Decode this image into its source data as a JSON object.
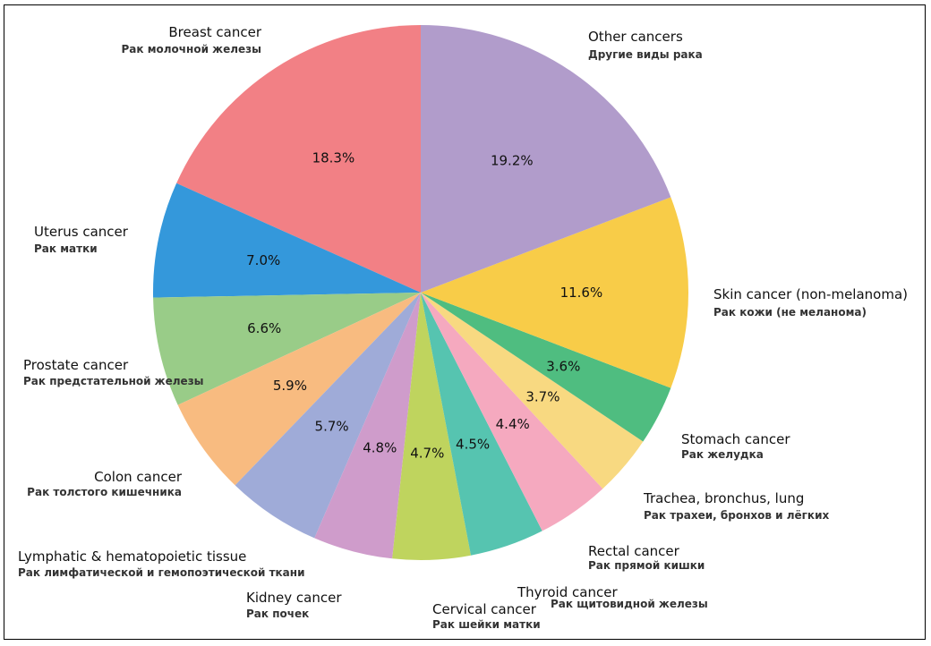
{
  "chart_data": {
    "type": "pie",
    "start_angle_deg": 90,
    "direction": "counterclockwise",
    "slices": [
      {
        "label": "Breast cancer",
        "label_ru": "Рак молочной железы",
        "value": 18.3,
        "value_label": "18.3%",
        "color": "#f28085",
        "key": "breast"
      },
      {
        "label": "Uterus cancer",
        "label_ru": "Рак матки",
        "value": 7.0,
        "value_label": "7.0%",
        "color": "#3498db",
        "key": "uterus"
      },
      {
        "label": "Prostate cancer",
        "label_ru": "Рак предстательной железы",
        "value": 6.6,
        "value_label": "6.6%",
        "color": "#99cc88",
        "key": "prostate"
      },
      {
        "label": "Colon cancer",
        "label_ru": "Рак толстого кишечника",
        "value": 5.9,
        "value_label": "5.9%",
        "color": "#f8bb80",
        "key": "colon"
      },
      {
        "label": "Lymphatic & hematopoietic tissue",
        "label_ru": "Рак лимфатической и гемопоэтической ткани",
        "value": 5.7,
        "value_label": "5.7%",
        "color": "#9fabd8",
        "key": "lymphatic"
      },
      {
        "label": "Kidney cancer",
        "label_ru": "Рак почек",
        "value": 4.8,
        "value_label": "4.8%",
        "color": "#cf9ccb",
        "key": "kidney"
      },
      {
        "label": "Cervical cancer",
        "label_ru": "Рак шейки матки",
        "value": 4.7,
        "value_label": "4.7%",
        "color": "#bfd45e",
        "key": "cervical"
      },
      {
        "label": "Thyroid cancer",
        "label_ru": "Рак щитовидной железы",
        "value": 4.5,
        "value_label": "4.5%",
        "color": "#56c4b0",
        "key": "thyroid"
      },
      {
        "label": "Rectal cancer",
        "label_ru": "Рак прямой кишки",
        "value": 4.4,
        "value_label": "4.4%",
        "color": "#f5a9bf",
        "key": "rectal"
      },
      {
        "label": "Trachea, bronchus, lung",
        "label_ru": "Рак трахеи, бронхов и лёгких",
        "value": 3.7,
        "value_label": "3.7%",
        "color": "#f8d981",
        "key": "trachea"
      },
      {
        "label": "Stomach cancer",
        "label_ru": "Рак желудка",
        "value": 3.6,
        "value_label": "3.6%",
        "color": "#4fbd80",
        "key": "stomach"
      },
      {
        "label": "Skin cancer (non-melanoma)",
        "label_ru": "Рак кожи (не меланома)",
        "value": 11.6,
        "value_label": "11.6%",
        "color": "#f8cc48",
        "key": "skin"
      },
      {
        "label": "Other cancers",
        "label_ru": "Другие виды рака",
        "value": 19.2,
        "value_label": "19.2%",
        "color": "#b19ccb",
        "key": "other"
      }
    ]
  }
}
